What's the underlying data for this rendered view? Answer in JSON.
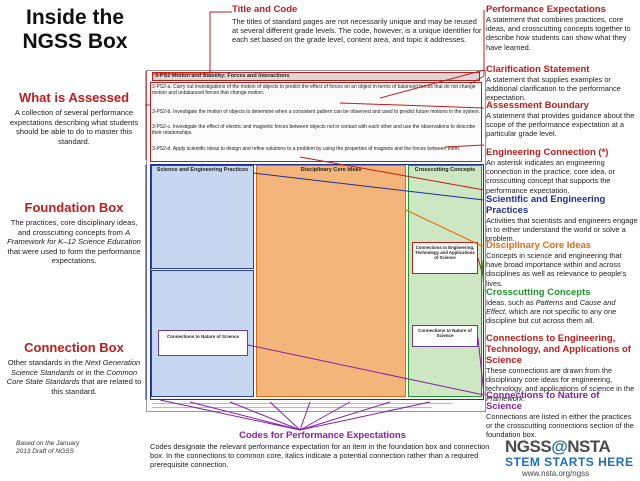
{
  "title": "Inside the NGSS Box",
  "left": {
    "what_assessed": {
      "heading": "What is Assessed",
      "text": "A collection of several performance expectations describing what students should be able to do to master this standard."
    },
    "foundation": {
      "heading": "Foundation Box",
      "text_pre": "The practices, core disciplinary ideas, and crosscutting concepts from ",
      "text_italic": "A Framework for K–12 Science Education",
      "text_post": " that were used to form the performance expectations."
    },
    "connection": {
      "heading": "Connection Box",
      "text_pre": "Other standards in the ",
      "text_italic1": "Next Generation Science Standards",
      "text_mid": " or in the ",
      "text_italic2": "Common Core State Standards",
      "text_post": " that are related to this standard."
    },
    "based_on": "Based on the January 2013 Draft of NGSS"
  },
  "top": {
    "title_code": {
      "heading": "Title and Code",
      "text": "The titles of standard pages are not necessarily unique and may be reused at several different grade levels. The code, however, is a unique identifier for each set based on the grade level, content area, and topic it addresses."
    }
  },
  "right": [
    {
      "heading": "Performance Expectations",
      "color": "red",
      "text": "A statement that combines practices, core ideas, and crosscutting concepts together to describe how students can show what they have learned."
    },
    {
      "heading": "Clarification Statement",
      "color": "red",
      "text": "A statement that supplies examples or additional clarification to the performance expectation."
    },
    {
      "heading": "Assessment Boundary",
      "color": "red",
      "text": "A statement that provides guidance about the scope of the performance expectation at a particular grade level."
    },
    {
      "heading": "Engineering Connection",
      "suffix": " (*)",
      "color": "red",
      "text": "An asterisk indicates an engineering connection in the practice, core idea, or crosscutting concept that supports the performance expectation."
    },
    {
      "heading": "Scientific and Engineering Practices",
      "color": "navy",
      "text": "Activities that scientists and engineers engage in to either understand the world or solve a problem."
    },
    {
      "heading": "Disciplinary Core Ideas",
      "color": "orange",
      "text": "Concepts in science and engineering that have broad importance within and across disciplines as well as relevance to people's lives."
    },
    {
      "heading": "Crosscutting Concepts",
      "color": "green",
      "text_pre": "Ideas, such as ",
      "text_italic1": "Patterns",
      "text_mid": " and ",
      "text_italic2": "Cause and Effect",
      "text_post": ", which are not specific to any one discipline but cut across them all."
    },
    {
      "heading": "Connections to Engineering, Technology, and Applications of Science",
      "color": "red",
      "text_pre": "These connections are drawn from the disciplinary core ideas for engineering, technology, and applications of science in the ",
      "text_italic1": "Framework",
      "text_post": "."
    },
    {
      "heading": "Connections to Nature of Science",
      "color": "purple",
      "text": "Connections are listed in either the practices or the crosscutting connections section of the foundation box."
    }
  ],
  "bottom": {
    "codes": {
      "heading": "Codes for Performance Expectations",
      "text": "Codes designate the relevant performance expectation for an item in the foundation box and connection box. In the connections to common core, italics indicate a potential connection rather than a required prerequisite connection."
    }
  },
  "doc": {
    "pe_title": "3-PS2 Motion and Stability: Forces and Interactions",
    "pe_rows": [
      "3-PS2-a.  Carry out investigations of the motion of objects to predict the effect of forces on an object in terms of balanced forces that do not change motion and unbalanced forces that change motion.",
      "3-PS2-b.  Investigate the motion of objects to determine when a consistent pattern can be observed and used to predict future motions in the system.",
      "3-PS2-c.  Investigate the effect of electric and magnetic forces between objects not in contact with each other and use the observations to describe their relationships.",
      "3-PS2-d.  Apply scientific ideas to design and refine solutions to a problem by using the properties of magnets and the forces between them."
    ],
    "foundation_boxes": {
      "practices": "Science and Engineering Practices",
      "core_ideas": "Disciplinary Core Ideas",
      "crosscutting": "Crosscutting Concepts",
      "nature_left": "Connections to Nature of Science",
      "nature_right": "Connections to Nature of Science",
      "eng_tech": "Connections to Engineering, Technology and Applications of Science"
    }
  },
  "logo": {
    "ngss": "NGSS",
    "at": "@",
    "nsta": "NSTA",
    "tagline": "STEM STARTS HERE",
    "url": "www.nsta.org/ngss"
  }
}
